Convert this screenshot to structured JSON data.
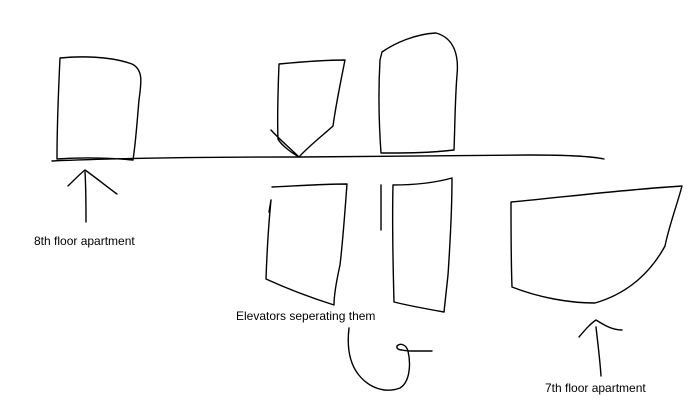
{
  "labels": {
    "eighth_floor": "8th floor apartment",
    "elevators": "Elevators seperating them",
    "seventh_floor": "7th floor apartment"
  },
  "colors": {
    "background": "#ffffff",
    "ink": "#000000"
  }
}
